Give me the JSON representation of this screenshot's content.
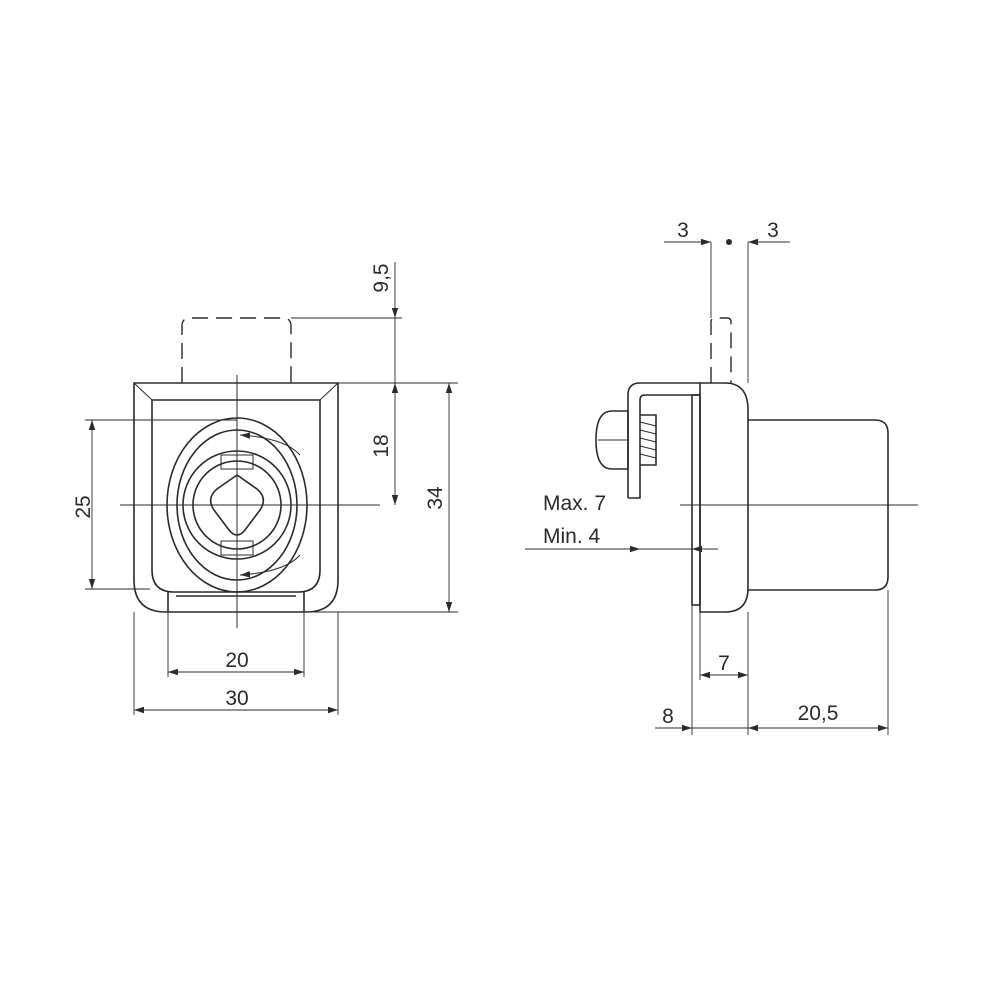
{
  "front_view": {
    "dim_width_overall": "30",
    "dim_width_inner": "20",
    "dim_height_overall": "34",
    "dim_height_cam": "18",
    "dim_bolt_travel": "9,5",
    "dim_height_inner": "25"
  },
  "side_view": {
    "dim_offset_left": "3",
    "dim_offset_right": "3",
    "label_max": "Max. 7",
    "label_min": "Min. 4",
    "dim_flange": "7",
    "dim_plate": "8",
    "dim_body_depth": "20,5"
  },
  "colors": {
    "line": "#2b2b2b",
    "background": "#ffffff"
  }
}
